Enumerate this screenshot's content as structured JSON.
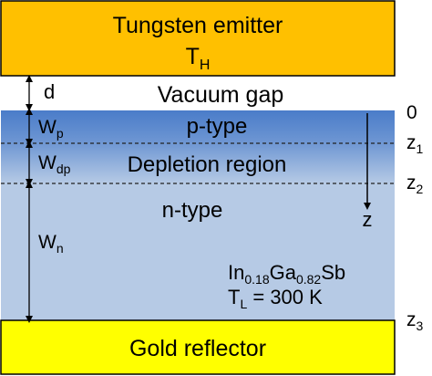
{
  "emitter": {
    "line1": "Tungsten emitter",
    "temp_main": "T",
    "temp_sub": "H",
    "color": "#FFC000"
  },
  "vacuum": {
    "label": "Vacuum gap"
  },
  "layers": {
    "ptype": {
      "label": "p-type"
    },
    "depletion": {
      "label": "Depletion region"
    },
    "ntype": {
      "label": "n-type"
    }
  },
  "colors": {
    "p_blue": "#4A7CC9",
    "n_blue": "#B6CAE5",
    "gold": "#FFFF00",
    "dashed": "#222222"
  },
  "material": {
    "in": "In",
    "in_sub": "0.18",
    "ga": "Ga",
    "ga_sub": "0.82",
    "sb": "Sb",
    "temp_main": "T",
    "temp_sub": "L",
    "temp_rest": " = 300 K"
  },
  "dims": {
    "d": "d",
    "wp_main": "W",
    "wp_sub": "p",
    "wdp_main": "W",
    "wdp_sub": "dp",
    "wn_main": "W",
    "wn_sub": "n"
  },
  "axis": {
    "zero": "0",
    "z1_main": "z",
    "z1_sub": "1",
    "z2_main": "z",
    "z2_sub": "2",
    "z3_main": "z",
    "z3_sub": "3",
    "z_label": "z"
  },
  "reflector": {
    "label": "Gold reflector"
  }
}
